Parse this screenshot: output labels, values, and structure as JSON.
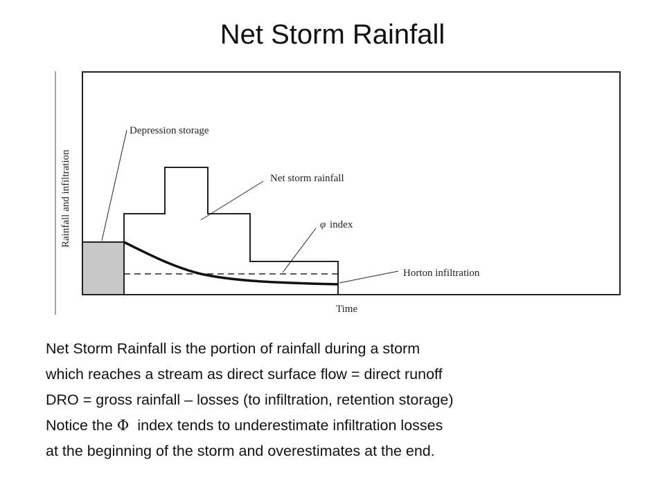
{
  "slide": {
    "title": "Net Storm Rainfall"
  },
  "diagram": {
    "y_axis_label": "Rainfall and infiltration",
    "x_axis_label": "Time",
    "labels": {
      "depression_storage": "Depression storage",
      "net_storm_rainfall": "Net storm rainfall",
      "phi_symbol": "φ",
      "phi_index": "index",
      "horton_infiltration": "Horton infiltration"
    },
    "colors": {
      "depression_fill": "#c8c8c8",
      "line": "#222222"
    }
  },
  "body": {
    "line1": "Net Storm Rainfall is the portion of rainfall during a storm",
    "line2": "which reaches a stream as direct surface flow = direct runoff",
    "line3": "DRO = gross rainfall – losses (to infiltration, retention storage)",
    "line4_pre": "Notice the ",
    "phi": "Φ",
    "line4_post": "  index tends to underestimate infiltration losses",
    "line5": "at the beginning of the storm and overestimates at the end."
  }
}
